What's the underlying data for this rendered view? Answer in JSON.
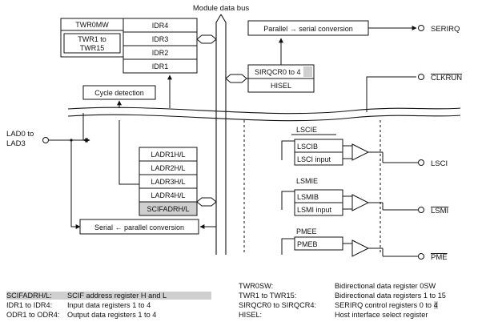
{
  "bus_label": "Module data bus",
  "regs_left_top": {
    "twr0mw": "TWR0MW",
    "twr1_line1": "TWR1 to",
    "twr1_line2": "TWR15",
    "idr4": "IDR4",
    "idr3": "IDR3",
    "idr2": "IDR2",
    "idr1": "IDR1"
  },
  "parallel_serial": "Parallel → serial conversion",
  "serirq": "SERIRQ",
  "sirqcr_prefix": "SIRQCR0 to ",
  "sirqcr_suffix": "4",
  "hisel": "HISEL",
  "clkrun": "CLKRUN",
  "cycle_detection": "Cycle detection",
  "lad_line1": "LAD0 to",
  "lad_line2": "LAD3",
  "ladr": [
    "LADR1H/L",
    "LADR2H/L",
    "LADR3H/L",
    "LADR4H/L"
  ],
  "scifadrh": "SCIFADRH/L",
  "serial_parallel": "Serial ← parallel conversion",
  "lsci": {
    "top": "LSCIE",
    "b": "LSCIB",
    "input": "LSCI input",
    "out": "LSCI"
  },
  "lsmi": {
    "top": "LSMIE",
    "b": "LSMIB",
    "input": "LSMI input",
    "out": "LSMI"
  },
  "pme": {
    "top": "PMEE",
    "b": "PMEB",
    "out": "PME"
  },
  "legend_left": [
    {
      "term": "SCIFADRH/L:",
      "desc": "SCIF address register H and L"
    },
    {
      "term": "IDR1 to IDR4:",
      "desc": "Input data registers 1 to 4"
    },
    {
      "term": "ODR1 to ODR4:",
      "desc": "Output data registers 1 to 4"
    }
  ],
  "legend_right": [
    {
      "term": "TWR0SW:",
      "desc": "Bidirectional data register 0SW"
    },
    {
      "term": "TWR1 to TWR15:",
      "desc": "Bidirectional data registers 1 to 15"
    },
    {
      "term": "SIRQCR0 to SIRQCR4:",
      "desc": "SERIRQ control registers 0 to ",
      "desc_hl": "4"
    },
    {
      "term": "HISEL:",
      "desc": "Host interface select register"
    }
  ],
  "colors": {
    "highlight": "#cfcfcf",
    "line": "#111111"
  }
}
